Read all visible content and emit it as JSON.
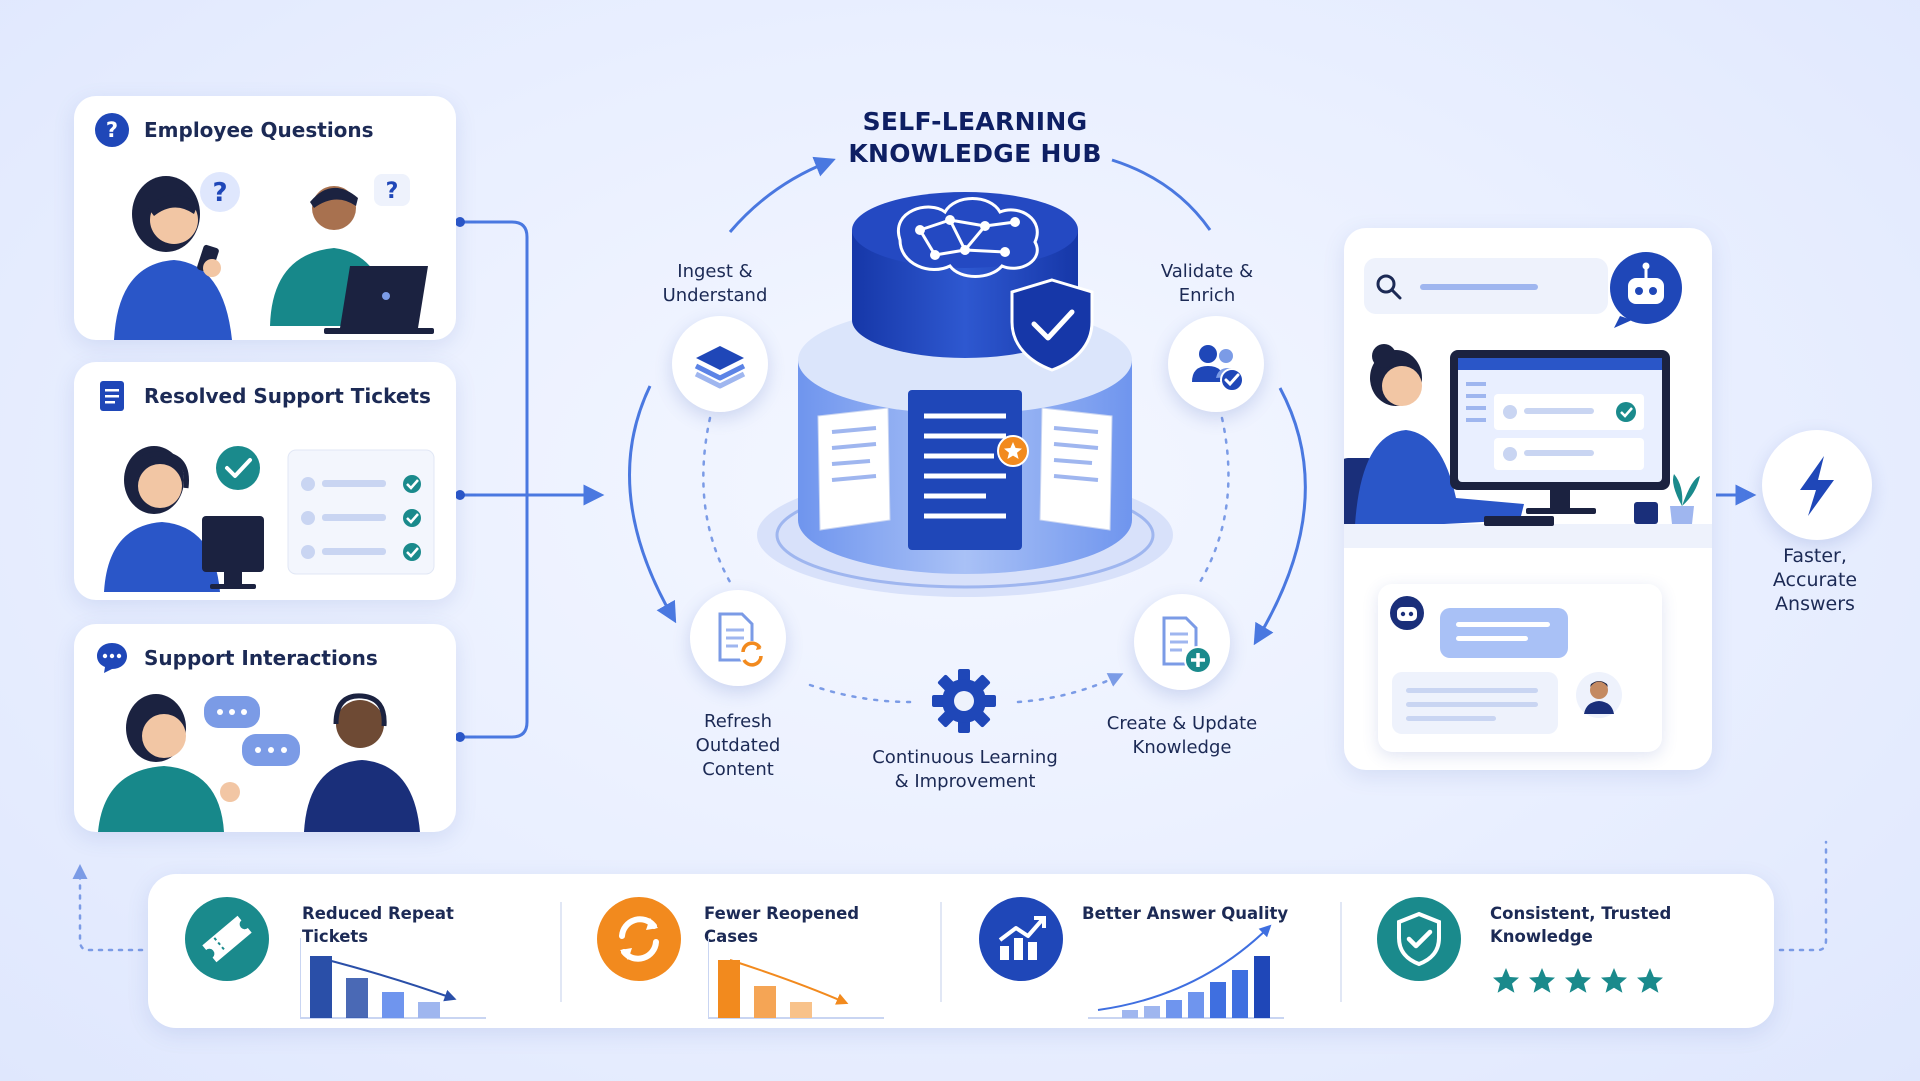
{
  "hub": {
    "title_line1": "SELF-LEARNING",
    "title_line2": "KNOWLEDGE HUB"
  },
  "sources": [
    {
      "title": "Employee Questions",
      "icon": "question-icon"
    },
    {
      "title": "Resolved Support Tickets",
      "icon": "document-icon"
    },
    {
      "title": "Support Interactions",
      "icon": "chat-icon"
    }
  ],
  "steps": {
    "ingest": {
      "line1": "Ingest &",
      "line2": "Understand",
      "icon": "layers-icon"
    },
    "validate": {
      "line1": "Validate &",
      "line2": "Enrich",
      "icon": "users-check-icon"
    },
    "refresh": {
      "line1": "Refresh",
      "line2": "Outdated",
      "line3": "Content",
      "icon": "document-refresh-icon"
    },
    "create": {
      "line1": "Create & Update",
      "line2": "Knowledge",
      "icon": "document-add-icon"
    },
    "continuous": {
      "line1": "Continuous Learning",
      "line2": "& Improvement",
      "icon": "gear-icon"
    }
  },
  "outcome": {
    "line1": "Faster,",
    "line2": "Accurate",
    "line3": "Answers",
    "icon": "lightning-icon"
  },
  "benefits": [
    {
      "label_line1": "Reduced Repeat Tickets",
      "label_line2": "",
      "icon": "ticket-icon",
      "color": "#1a8a8c"
    },
    {
      "label_line1": "Fewer Reopened Cases",
      "label_line2": "",
      "icon": "refresh-icon",
      "color": "#f28a1e"
    },
    {
      "label_line1": "Better Answer Quality",
      "label_line2": "",
      "icon": "chart-up-icon",
      "color": "#1f47b8"
    },
    {
      "label_line1": "Consistent, Trusted",
      "label_line2": "Knowledge",
      "icon": "shield-check-icon",
      "color": "#1a8a8c"
    }
  ],
  "colors": {
    "primary": "#1f47b8",
    "accent_blue": "#3f6fe0",
    "teal": "#1a8a8c",
    "orange": "#f28a1e",
    "navy_text": "#0e1f63"
  }
}
